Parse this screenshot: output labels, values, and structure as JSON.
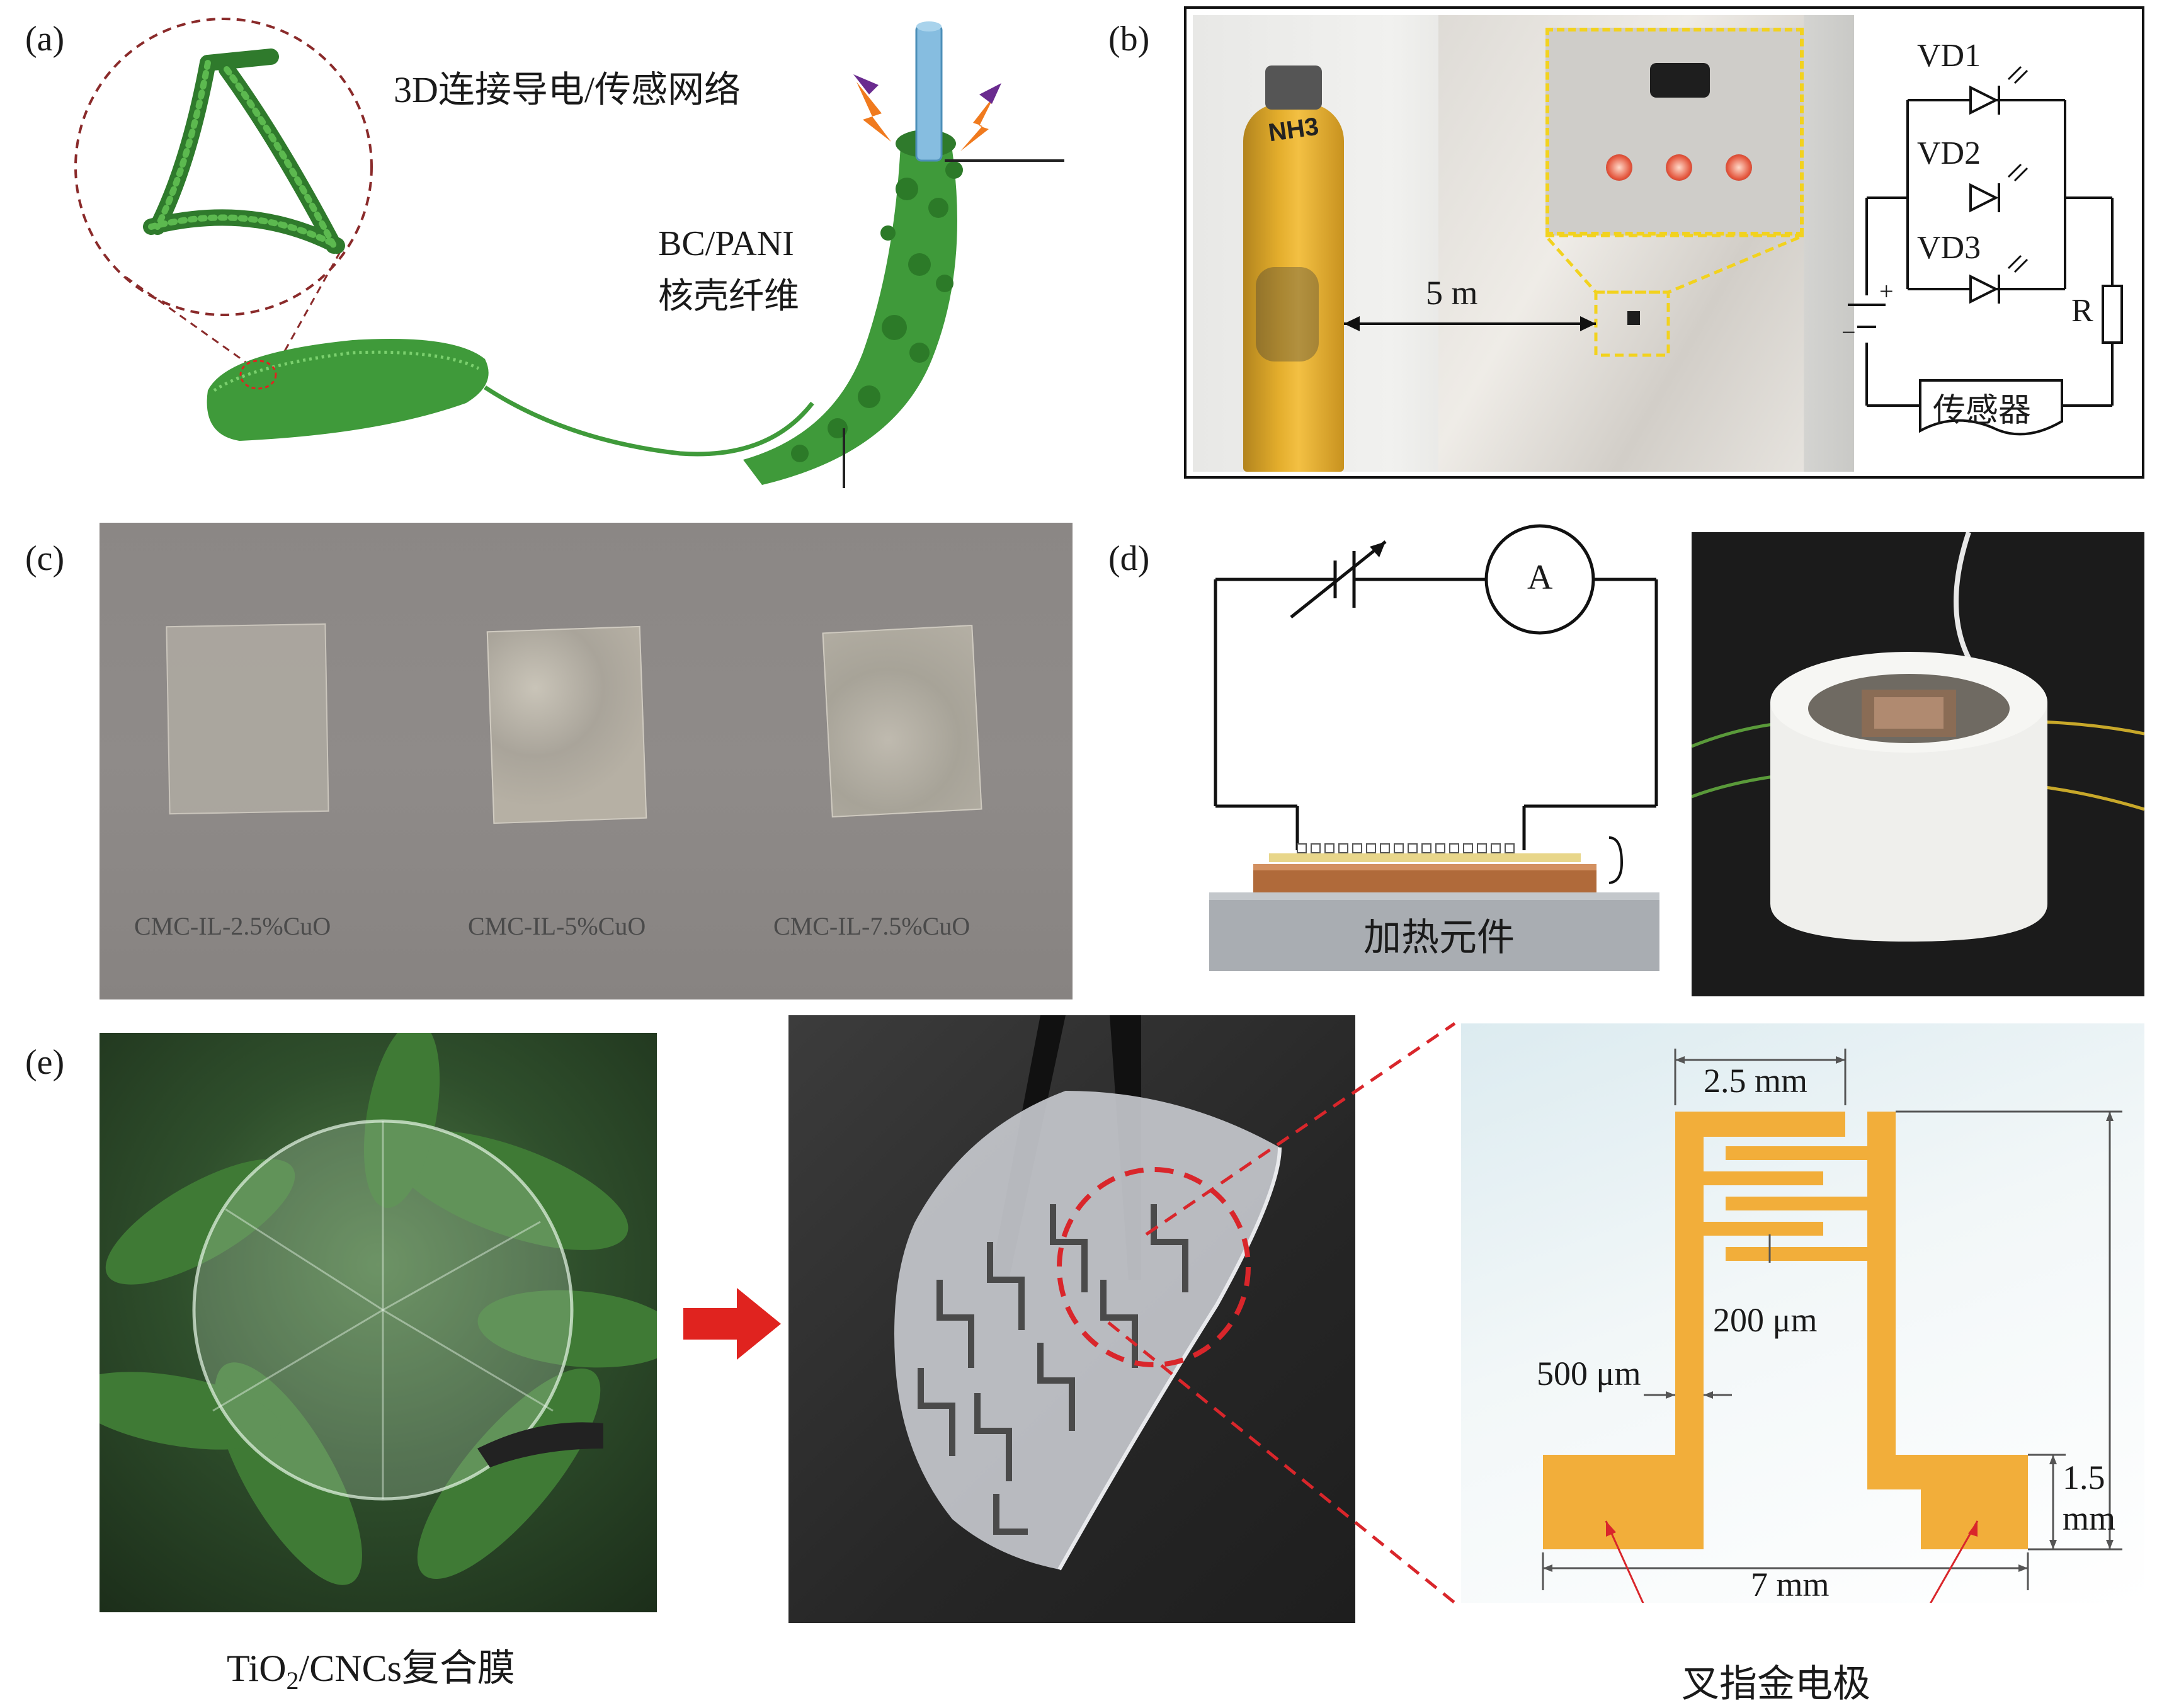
{
  "panels": {
    "a": {
      "label": "(a)",
      "network_label": "3D连接导电/传感网络",
      "fiber_label_line1": "BC/PANI",
      "fiber_label_line2": "核壳纤维"
    },
    "b": {
      "label": "(b)",
      "distance": "5 m",
      "cylinder_text": "NH3",
      "circuit": {
        "diodes": [
          "VD1",
          "VD2",
          "VD3"
        ],
        "resistor": "R",
        "sensor": "传感器",
        "plus": "+",
        "minus": "−"
      }
    },
    "c": {
      "label": "(c)",
      "samples": [
        "CMC-IL-2.5%CuO",
        "CMC-IL-5%CuO",
        "CMC-IL-7.5%CuO"
      ]
    },
    "d": {
      "label": "(d)",
      "ammeter": "A",
      "heater": "加热元件"
    },
    "e": {
      "label": "(e)",
      "film_caption": "TiO2/CNCs复合膜",
      "film_caption_main": "TiO",
      "film_caption_sub": "2",
      "film_caption_rest": "/CNCs复合膜",
      "dims": {
        "top_width": "2.5 mm",
        "gap": "200 μm",
        "line_width": "500 μm",
        "pad_height_1": "1.5",
        "pad_height_2": "mm",
        "total_width": "7 mm"
      },
      "electrode_caption": "叉指金电极"
    }
  },
  "colors": {
    "fiber_green": "#3f9a3a",
    "electrode_gold": "#f2ae3a",
    "dashed_yellow": "#f2d21e",
    "red_dashed": "#d9262b",
    "arrow_red": "#e0231f"
  }
}
